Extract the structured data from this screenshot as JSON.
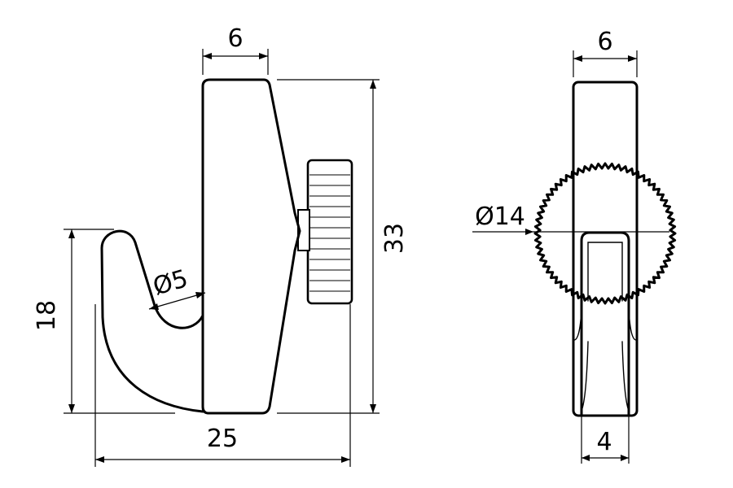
{
  "dimensions": {
    "front_width_top": "6",
    "height_total": "33",
    "hook_diameter": "Ø5",
    "hook_height": "18",
    "overall_width": "25",
    "side_width_top": "6",
    "thumb_wheel_diameter": "Ø14",
    "slot_width": "4"
  }
}
